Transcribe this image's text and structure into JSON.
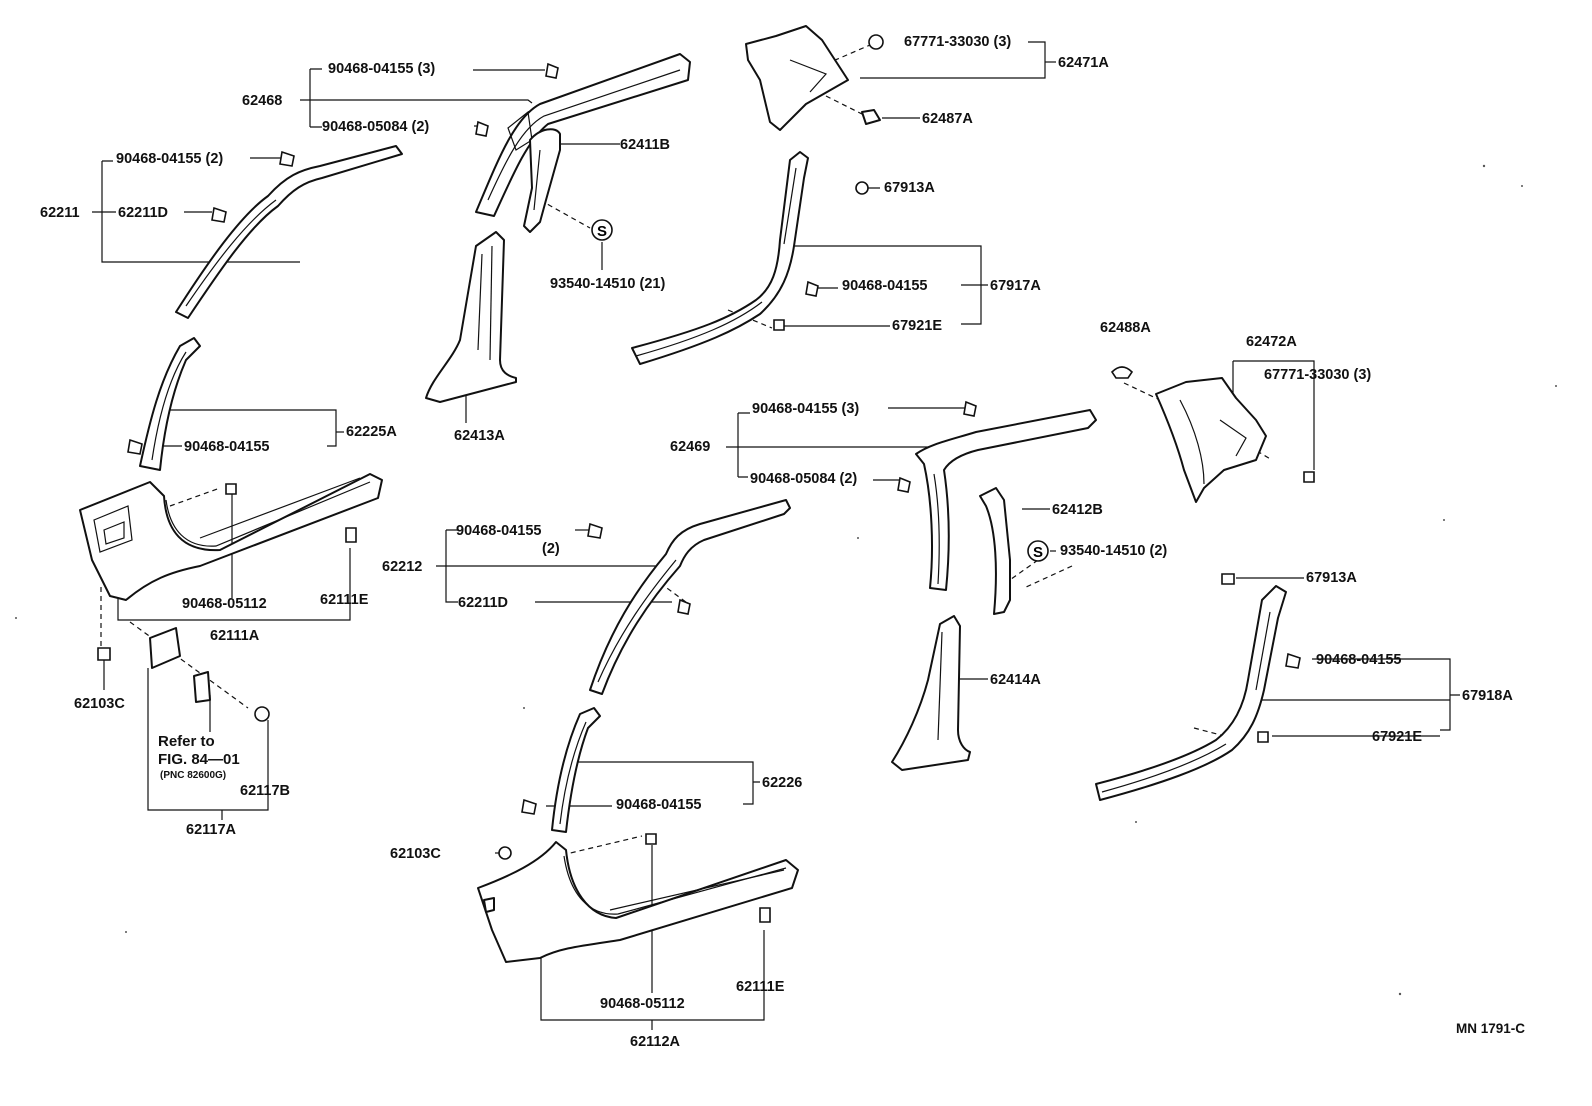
{
  "labels": {
    "p90468_04155_3a": "90468-04155 (3)",
    "p62468": "62468",
    "p90468_05084_2a": "90468-05084 (2)",
    "p90468_04155_2a": "90468-04155 (2)",
    "p62211": "62211",
    "p62211d_a": "62211D",
    "p62411b": "62411B",
    "p93540_14510_21": "93540-14510 (21)",
    "p62413a": "62413A",
    "p67771_33030_3a": "67771-33030 (3)",
    "p62471a": "62471A",
    "p62487a": "62487A",
    "p67913a_a": "67913A",
    "p90468_04155_b": "90468-04155",
    "p67917a": "67917A",
    "p67921e_a": "67921E",
    "p62225a": "62225A",
    "p90468_04155_c": "90468-04155",
    "p62488a": "62488A",
    "p62472a": "62472A",
    "p67771_33030_3b": "67771-33030 (3)",
    "p90468_04155_3b": "90468-04155 (3)",
    "p62469": "62469",
    "p90468_05084_2b": "90468-05084 (2)",
    "p62412b": "62412B",
    "p93540_14510_2": "93540-14510 (2)",
    "p90468_04155_d": "90468-04155",
    "p90468_04155_d2": "(2)",
    "p62212": "62212",
    "p62211d_b": "62211D",
    "p90468_05112_a": "90468-05112",
    "p62111e_a": "62111E",
    "p62111a": "62111A",
    "p62103c_a": "62103C",
    "ref_line1": "Refer to",
    "ref_line2": "FIG. 84—01",
    "ref_line3": "(PNC 82600G)",
    "p62117b": "62117B",
    "p62117a": "62117A",
    "p67913a_b": "67913A",
    "p90468_04155_e": "90468-04155",
    "p67918a": "67918A",
    "p67921e_b": "67921E",
    "p62414a": "62414A",
    "p62226": "62226",
    "p90468_04155_f": "90468-04155",
    "p62103c_b": "62103C",
    "p90468_05112_b": "90468-05112",
    "p62111e_b": "62111E",
    "p62112a": "62112A",
    "figure_code": "MN 1791-C",
    "s_mark": "S"
  }
}
